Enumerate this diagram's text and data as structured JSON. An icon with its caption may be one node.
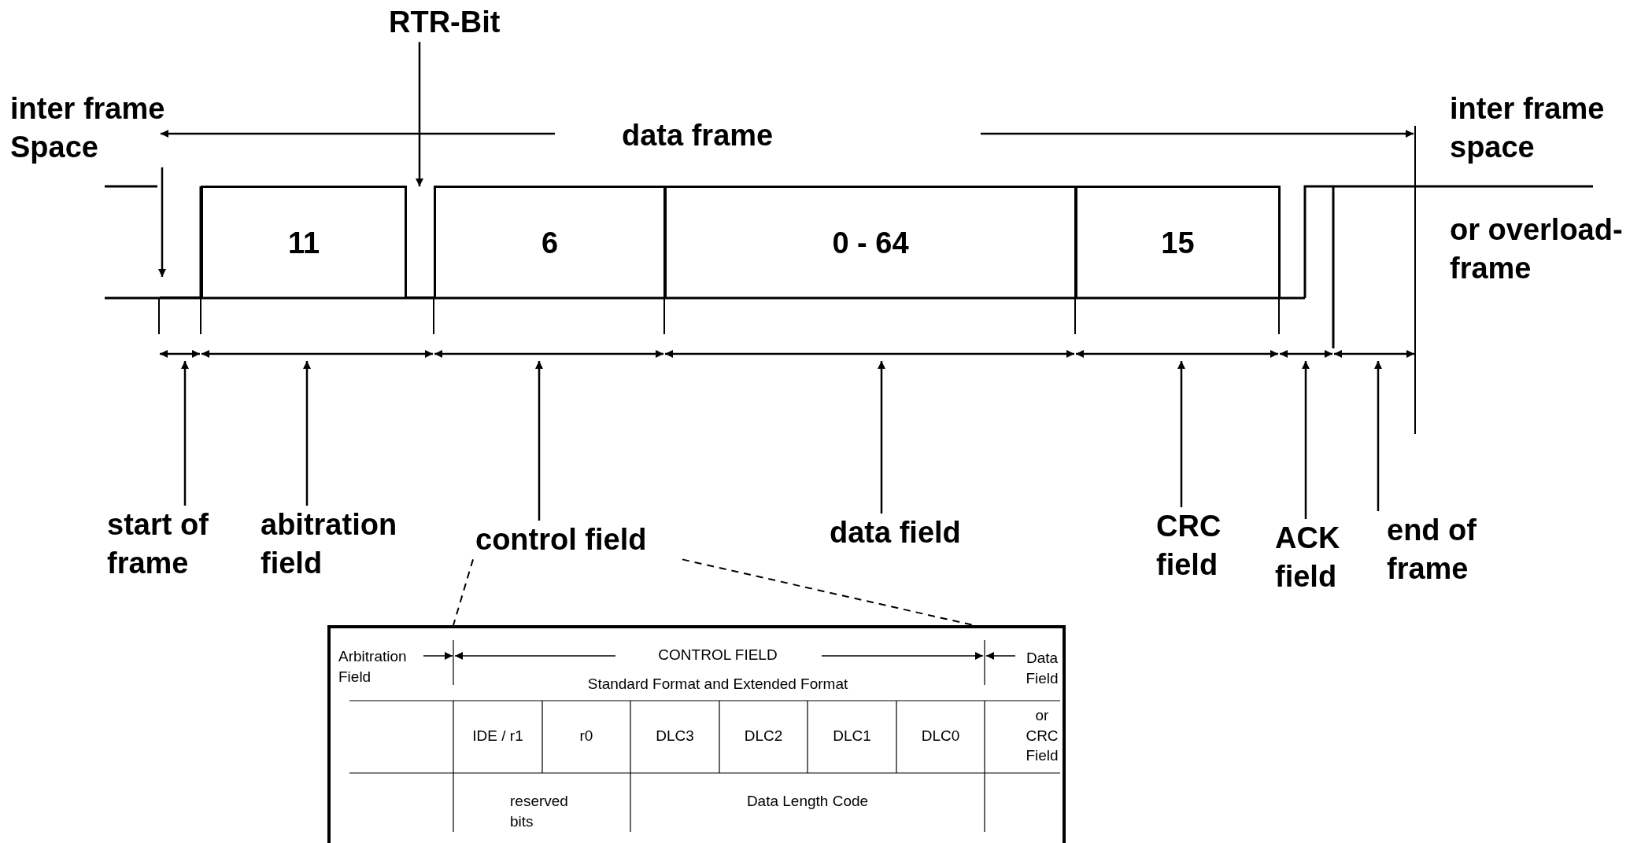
{
  "diagram": {
    "nodes": [
      {
        "text": [
          "RTR-Bit"
        ]
      },
      {
        "text": [
          "inter frame Space"
        ]
      },
      {
        "text": [
          "11"
        ]
      },
      {
        "text": [
          "6"
        ]
      },
      {
        "text": [
          "0 - 64"
        ]
      },
      {
        "text": [
          "15"
        ]
      },
      {
        "text": [
          "start of frame"
        ]
      },
      {
        "text": [
          "abitration field"
        ]
      },
      {
        "text": [
          "control field"
        ]
      },
      {
        "text": [
          "data field"
        ]
      },
      {
        "text": [
          "CRC field"
        ]
      },
      {
        "text": [
          "ACK field"
        ]
      },
      {
        "text": [
          "end of frame"
        ]
      },
      {
        "text": [],
        "shape": "box"
      },
      {
        "text": [],
        "shape": "bar"
      },
      {
        "text": [],
        "shape": "bar"
      }
    ],
    "edges": [
      {
        "from": 0,
        "to": 15,
        "arrow": "to"
      },
      {
        "from": 1,
        "to": 14,
        "arrow": "to"
      },
      {
        "from": 6,
        "to": null,
        "arrow": "to"
      },
      {
        "from": 7,
        "to": null,
        "arrow": "to"
      },
      {
        "from": 8,
        "to": null,
        "arrow": "to"
      },
      {
        "from": 9,
        "to": null,
        "arrow": "to"
      },
      {
        "from": 10,
        "to": null,
        "arrow": "to"
      },
      {
        "from": 11,
        "to": null,
        "arrow": "to"
      },
      {
        "from": 12,
        "to": null,
        "arrow": "to"
      },
      {
        "from": 8,
        "to": 13,
        "arrow": "none",
        "style": "dashed"
      },
      {
        "from": 8,
        "to": 13,
        "arrow": "none",
        "style": "dashed"
      }
    ],
    "labels": [
      "data frame",
      "inter frame space",
      "or overload-frame",
      "Arbitration Field",
      "CONTROL FIELD",
      "Standard Format and Extended Format",
      "Data Field",
      "IDE / r1",
      "r0",
      "DLC3",
      "DLC2",
      "DLC1",
      "DLC0",
      "or CRC Field",
      "reserved bits",
      "Data Length Code"
    ]
  }
}
